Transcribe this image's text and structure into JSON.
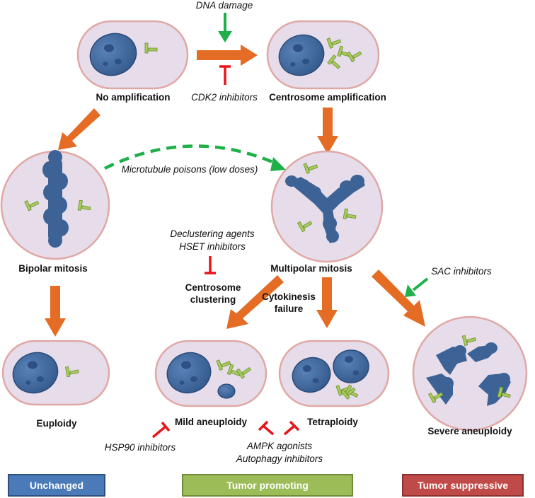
{
  "cells": {
    "no_amplification": "No amplification",
    "centrosome_amplification": "Centrosome amplification",
    "bipolar_mitosis": "Bipolar mitosis",
    "multipolar_mitosis": "Multipolar mitosis",
    "euploidy": "Euploidy",
    "mild_aneuploidy": "Mild aneuploidy",
    "tetraploidy": "Tetraploidy",
    "severe_aneuploidy": "Severe aneuploidy"
  },
  "processes": {
    "centrosome_clustering_1": "Centrosome",
    "centrosome_clustering_2": "clustering",
    "cytokinesis_failure_1": "Cytokinesis",
    "cytokinesis_failure_2": "failure"
  },
  "modulators": {
    "dna_damage": "DNA damage",
    "cdk2_inhibitors": "CDK2 inhibitors",
    "microtubule_poisons": "Microtubule poisons (low doses)",
    "declustering_agents": "Declustering agents",
    "hset_inhibitors": "HSET inhibitors",
    "sac_inhibitors": "SAC inhibitors",
    "hsp90_inhibitors": "HSP90 inhibitors",
    "ampk_agonists": "AMPK agonists",
    "autophagy_inhibitors": "Autophagy inhibitors"
  },
  "legend": {
    "unchanged": "Unchanged",
    "tumor_promoting": "Tumor promoting",
    "tumor_suppressive": "Tumor suppressive"
  },
  "colors": {
    "cell_fill": "#e6dcea",
    "cell_stroke": "#e0a8a4",
    "nucleus": "#3d6396",
    "centrosome": "#a6cc5c",
    "process_arrow": "#e46c24",
    "activator": "#1fb04a",
    "inhibitor": "#e8141b",
    "unchanged": "#4a7ab8",
    "tumor_promoting": "#9cbc58",
    "tumor_suppressive": "#bf4a48"
  }
}
